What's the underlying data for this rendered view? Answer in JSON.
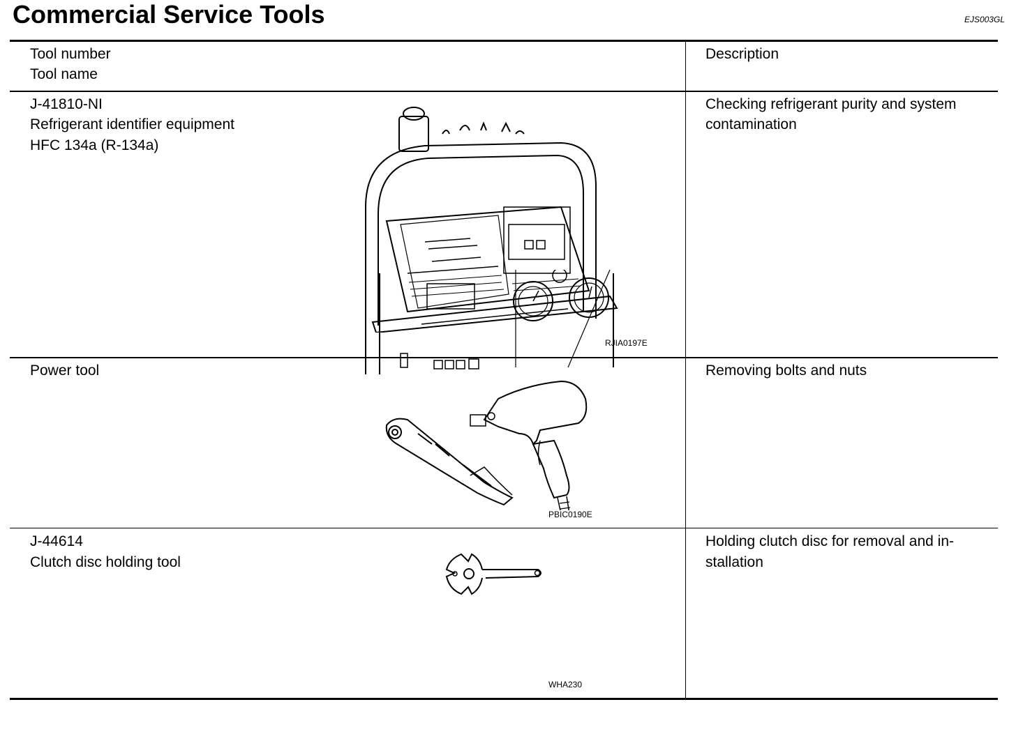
{
  "page": {
    "title": "Commercial Service Tools",
    "ref_code": "EJS003GL"
  },
  "table": {
    "headers": {
      "tool_number": "Tool number",
      "tool_name": "Tool name",
      "description": "Description"
    },
    "rows": [
      {
        "tool_number": "J-41810-NI",
        "tool_name_lines": [
          "Refrigerant identifier equipment",
          "HFC 134a (R-134a)"
        ],
        "figure_icon": "refrigerant-identifier-illustration",
        "figure_code": "RJIA0197E",
        "description_lines": [
          "Checking refrigerant purity and system",
          "contamination"
        ]
      },
      {
        "tool_number": "",
        "tool_name_lines": [
          "Power tool"
        ],
        "figure_icon": "power-tool-illustration",
        "figure_code": "PBIC0190E",
        "description_lines": [
          "Removing bolts and nuts"
        ]
      },
      {
        "tool_number": "J-44614",
        "tool_name_lines": [
          "Clutch disc holding tool"
        ],
        "figure_icon": "clutch-disc-holding-tool-illustration",
        "figure_code": "WHA230",
        "description_lines": [
          "Holding clutch disc for removal and in-",
          "stallation"
        ]
      }
    ]
  }
}
